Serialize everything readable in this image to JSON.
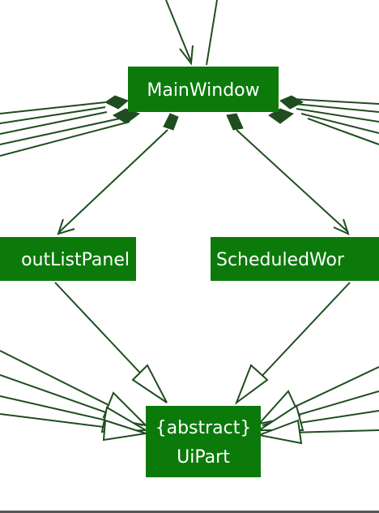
{
  "nodes": {
    "main_window": "MainWindow",
    "workout_list_panel": "outListPanel",
    "scheduled_workout": "ScheduledWor",
    "ui_part_stereotype": "{abstract}",
    "ui_part_name": "UiPart"
  },
  "colors": {
    "node_fill": "#0b7a0b",
    "node_text": "#ffffff",
    "edge": "#1f4d1f",
    "background": "#ffffff"
  }
}
